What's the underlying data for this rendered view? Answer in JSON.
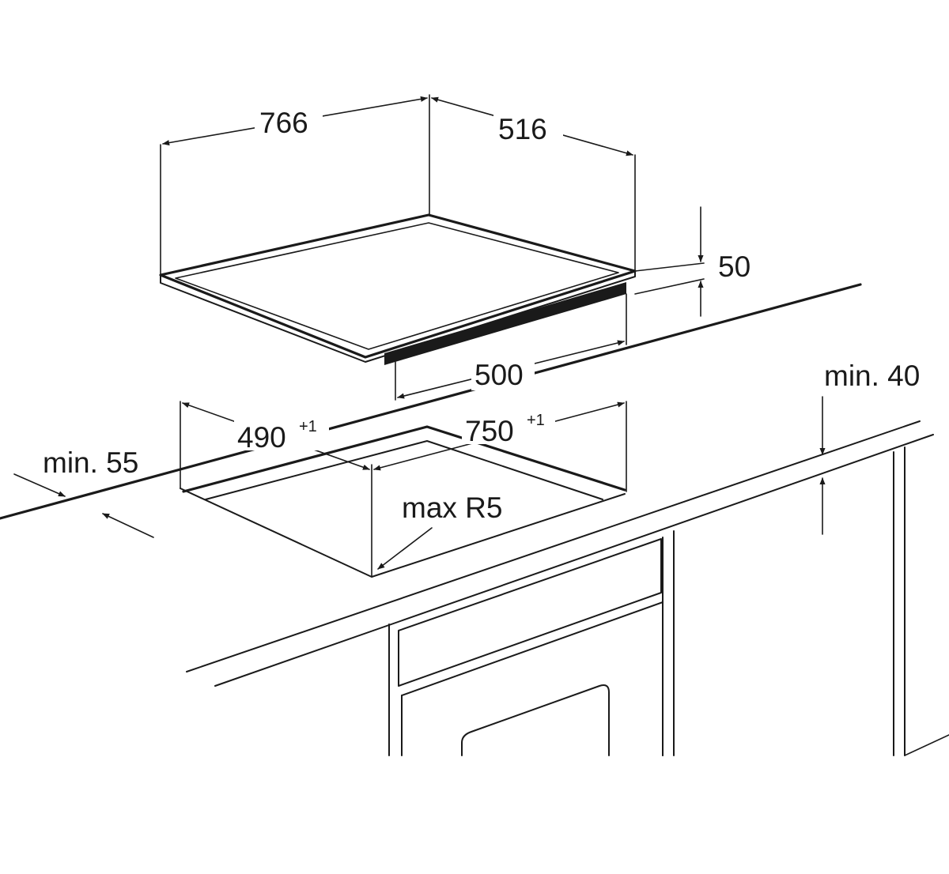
{
  "dimensions": {
    "hob_width": "766",
    "hob_depth": "516",
    "hob_height": "50",
    "hob_base_depth": "500",
    "cutout_depth": "490",
    "cutout_depth_tolerance": "+1",
    "cutout_width": "750",
    "cutout_width_tolerance": "+1",
    "front_clearance": "min. 55",
    "rear_clearance": "min. 40",
    "corner_radius": "max R5"
  }
}
